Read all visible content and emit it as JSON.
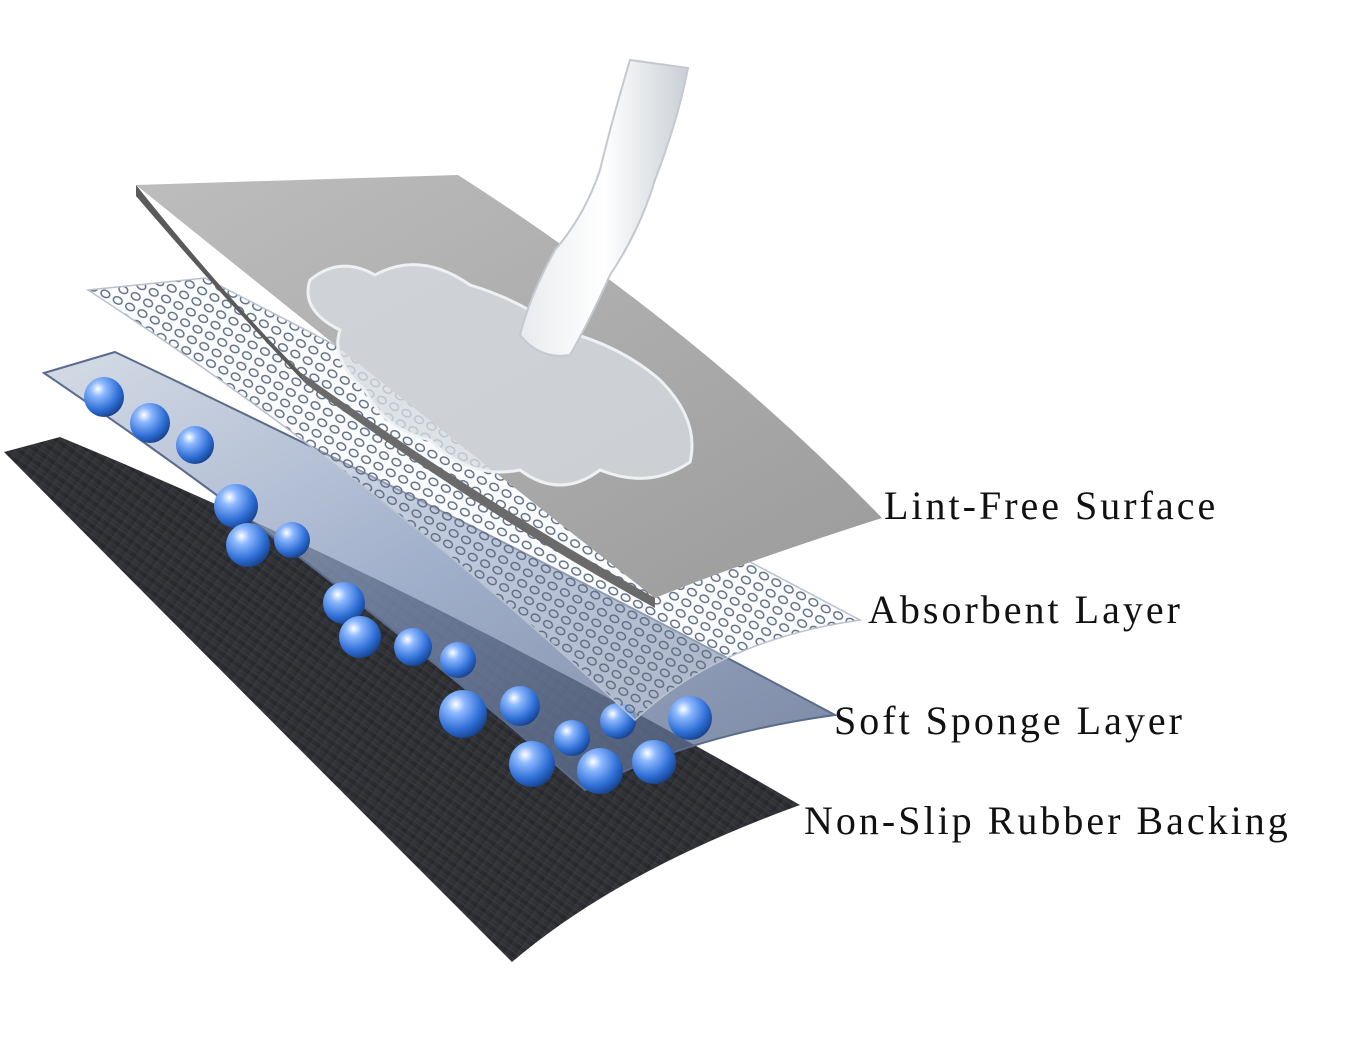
{
  "diagram": {
    "layers": [
      {
        "id": "lint",
        "label": "Lint-Free Surface",
        "color": "#a7a7a7"
      },
      {
        "id": "absorbent",
        "label": "Absorbent Layer",
        "color": "#e6ecf2"
      },
      {
        "id": "sponge",
        "label": "Soft Sponge Layer",
        "color": "#8ea2c4"
      },
      {
        "id": "rubber",
        "label": "Non-Slip Rubber Backing",
        "color": "#2e2f33"
      }
    ],
    "accent_colors": {
      "water_droplets": "#2f6fd6",
      "water_stream": "#dfe3e7"
    }
  }
}
